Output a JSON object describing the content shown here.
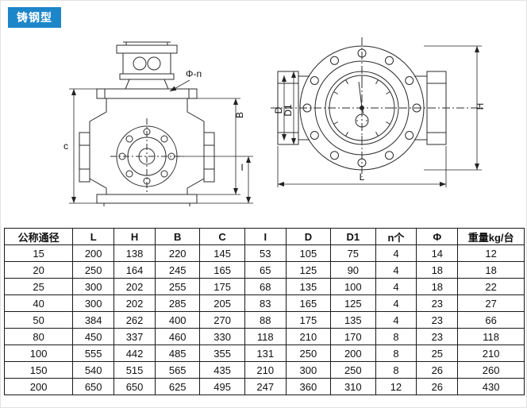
{
  "page": {
    "badge": "铸钢型"
  },
  "colors": {
    "badge_bg": "#1c86c9",
    "badge_text": "#ffffff",
    "line": "#2b2b2b"
  },
  "drawing": {
    "front": {
      "phi_n": "Φ-n",
      "c": "c",
      "B": "B",
      "I": "I"
    },
    "side": {
      "D": "D",
      "D1": "D1",
      "L": "L",
      "H": "H"
    }
  },
  "table": {
    "headers": [
      "公称通径",
      "L",
      "H",
      "B",
      "C",
      "I",
      "D",
      "D1",
      "n个",
      "Φ",
      "重量kg/台"
    ],
    "rows": [
      [
        "15",
        "200",
        "138",
        "220",
        "145",
        "53",
        "105",
        "75",
        "4",
        "14",
        "12"
      ],
      [
        "20",
        "250",
        "164",
        "245",
        "165",
        "65",
        "125",
        "90",
        "4",
        "18",
        "18"
      ],
      [
        "25",
        "300",
        "202",
        "255",
        "175",
        "68",
        "135",
        "100",
        "4",
        "18",
        "22"
      ],
      [
        "40",
        "300",
        "202",
        "285",
        "205",
        "83",
        "165",
        "125",
        "4",
        "23",
        "27"
      ],
      [
        "50",
        "384",
        "262",
        "400",
        "270",
        "88",
        "175",
        "135",
        "4",
        "23",
        "66"
      ],
      [
        "80",
        "450",
        "337",
        "460",
        "330",
        "118",
        "210",
        "170",
        "8",
        "23",
        "118"
      ],
      [
        "100",
        "555",
        "442",
        "485",
        "355",
        "131",
        "250",
        "200",
        "8",
        "25",
        "210"
      ],
      [
        "150",
        "540",
        "515",
        "565",
        "435",
        "210",
        "300",
        "250",
        "8",
        "26",
        "260"
      ],
      [
        "200",
        "650",
        "650",
        "625",
        "495",
        "247",
        "360",
        "310",
        "12",
        "26",
        "430"
      ]
    ]
  }
}
